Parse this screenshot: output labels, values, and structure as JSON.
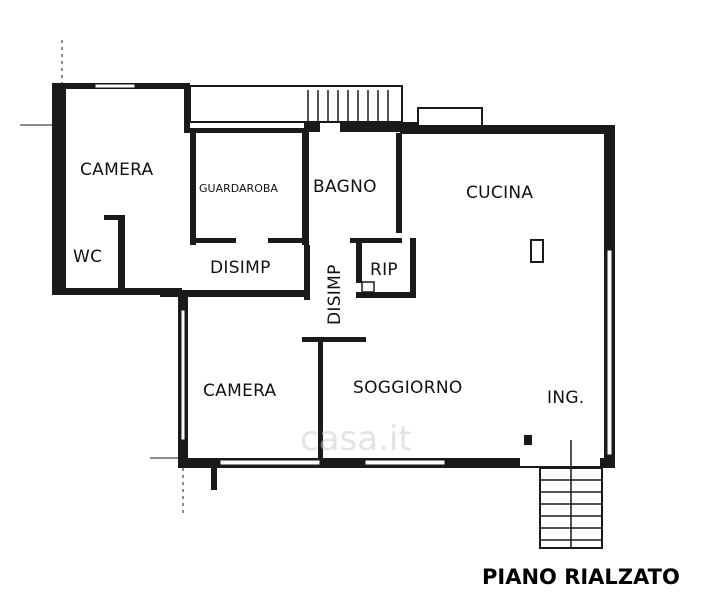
{
  "plan": {
    "title": "PIANO RIALZATO",
    "watermark": "casa.it",
    "rooms": {
      "camera_top": "CAMERA",
      "guardaroba": "GUARDAROBA",
      "bagno": "BAGNO",
      "cucina": "CUCINA",
      "wc": "WC",
      "disimp_h": "DISIMP",
      "disimp_v": "DISIMP",
      "rip": "RIP",
      "camera_bottom": "CAMERA",
      "soggiorno": "SOGGIORNO",
      "ingresso": "ING."
    }
  }
}
